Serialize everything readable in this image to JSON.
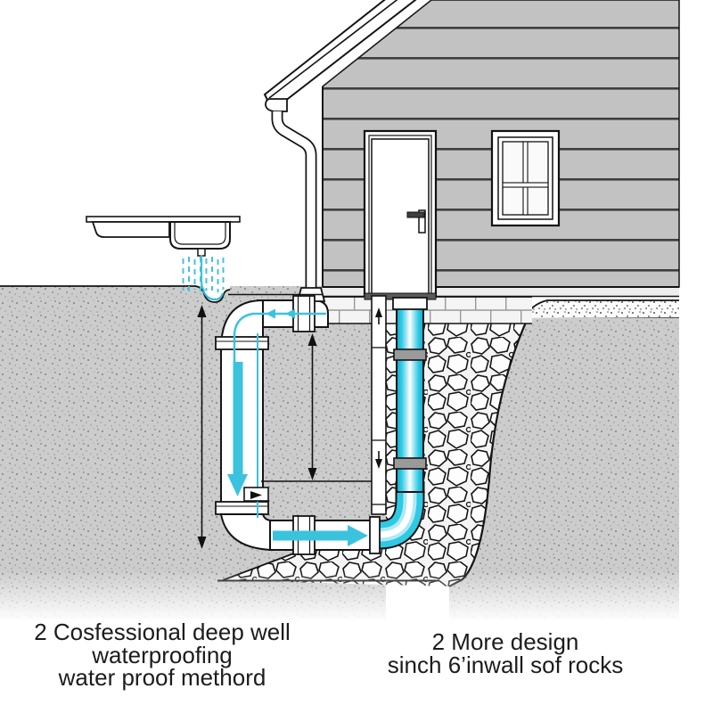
{
  "page": {
    "background": "#ffffff"
  },
  "captions": {
    "left": {
      "lines": [
        "2 Cosfessional deep well",
        "waterproofing",
        "water proof methord"
      ]
    },
    "right": {
      "lines": [
        "2 More design",
        "sinch 6’inwall sof rocks"
      ]
    }
  },
  "colors": {
    "water_cyan": "#2ec9e4",
    "pipe_white": "#ffffff",
    "outline_black": "#141414",
    "siding_gray": "#c2c2c2",
    "soil_gray": "#cccccc",
    "text": "#1c1c1c"
  }
}
